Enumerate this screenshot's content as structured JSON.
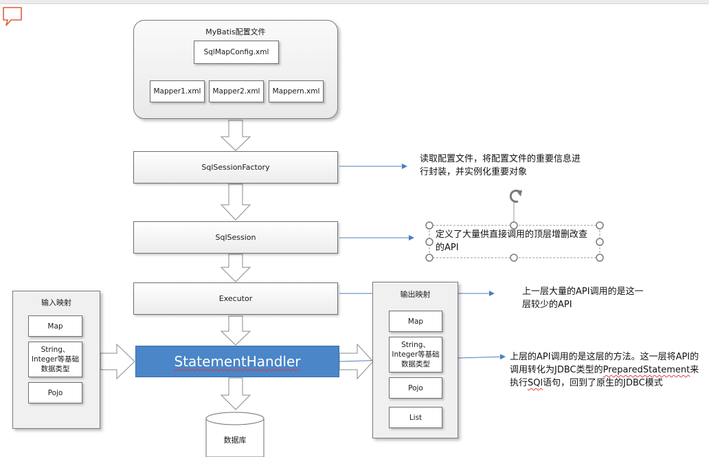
{
  "config": {
    "title": "MyBatis配置文件",
    "main_file": "SqlMapConfig.xml",
    "mappers": [
      "Mapper1.xml",
      "Mapper2.xml",
      "Mappern.xml"
    ]
  },
  "layers": {
    "factory": "SqlSessionFactory",
    "session": "SqlSession",
    "executor": "Executor",
    "statement_handler": "StatementHandler"
  },
  "input_mapping": {
    "title": "输入映射",
    "items": [
      "Map",
      "String、Integer等基础数据类型",
      "Pojo"
    ]
  },
  "output_mapping": {
    "title": "输出映射",
    "items": [
      "Map",
      "String、Integer等基础数据类型",
      "Pojo",
      "List"
    ]
  },
  "database": "数据库",
  "notes": {
    "factory": "读取配置文件，将配置文件的重要信息进行封装，并实例化重要对象",
    "session": "定义了大量供直接调用的顶层增删改查的API",
    "executor": "上一层大量的API调用的是这一层较少的API",
    "handler_prefix": "上层的API调用的是这层的方法。这一层将API的调用转化为JDBC类型的",
    "handler_term": "PreparedStatement",
    "handler_mid": "来执行",
    "handler_sql": "SQl",
    "handler_suffix": "语句，回到了原生的JDBC模式"
  },
  "colors": {
    "accent_blue": "#4a86c8",
    "connector_blue": "#4a7fc1",
    "box_border": "#6e6e6e"
  }
}
